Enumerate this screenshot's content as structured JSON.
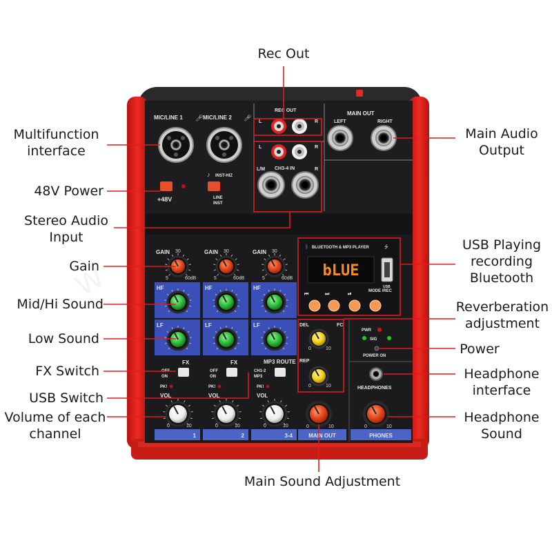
{
  "callouts": {
    "rec_out": "Rec Out",
    "multifunction_1": "Multifunction",
    "multifunction_2": "interface",
    "power48v": "48V Power",
    "stereo_1": "Stereo Audio",
    "stereo_2": "Input",
    "gain": "Gain",
    "midhi": "Mid/Hi Sound",
    "low": "Low Sound",
    "fx": "FX Switch",
    "usb": "USB Switch",
    "volume_1": "Volume of each",
    "volume_2": "channel",
    "main_audio_1": "Main Audio",
    "main_audio_2": "Output",
    "usb_play_1": "USB Playing",
    "usb_play_2": "recording",
    "usb_play_3": "Bluetooth",
    "reverb_1": "Reverberation",
    "reverb_2": "adjustment",
    "power": "Power",
    "headphone_if_1": "Headphone",
    "headphone_if_2": "interface",
    "headphone_snd_1": "Headphone",
    "headphone_snd_2": "Sound",
    "main_sound": "Main Sound Adjustment"
  },
  "panel": {
    "mic_line_1": "MIC/LINE 1",
    "mic_line_2": "MIC/LINE 2",
    "rec_out": "REC OUT",
    "main_out": "MAIN OUT",
    "left": "LEFT",
    "right": "RIGHT",
    "L": "L",
    "R": "R",
    "LM": "L/M",
    "ch34_in": "CH3-4 IN",
    "plus48v": "+48V",
    "inst_hiz": "INST-HIZ",
    "line": "LINE",
    "inst": "INST",
    "gain": "GAIN",
    "gain_30": "30",
    "gain_5": "5",
    "gain_60db": "60dB",
    "hf": "HF",
    "lf": "LF",
    "fx": "FX",
    "off": "OFF",
    "on": "ON",
    "mp3_route": "MP3 ROUTE",
    "ch12": "CH1-2",
    "mp3": "MP3",
    "pk": "PK!",
    "vol": "VOL",
    "zero": "0",
    "ten": "10",
    "ch1": "1",
    "ch2": "2",
    "ch34": "3-4",
    "bt_player": "BLUETOOTH & MP3 PLAYER",
    "display": "bLUE",
    "usb": "USB",
    "mode_rec": "MODE /REC",
    "del": "DEL",
    "fb": "FC",
    "rep": "REP",
    "pwr": "PWR",
    "sig": "SIG",
    "power_on": "POWER ON",
    "headphones": "HEADPHONES",
    "main_out_strip": "MAIN OUT",
    "phones": "PHONES"
  },
  "colors": {
    "frame_red": "#d8221c",
    "panel_dark": "#1c1c1e",
    "blue_section": "#3a4fb8",
    "strip_blue": "#4a64c8",
    "knob_orange": "#e4471c",
    "knob_green": "#2fbf3a",
    "knob_yellow": "#f4d21c",
    "knob_white": "#f4f4f4",
    "display_orange": "#ff8a1c",
    "outline_red": "#e21b1b"
  }
}
